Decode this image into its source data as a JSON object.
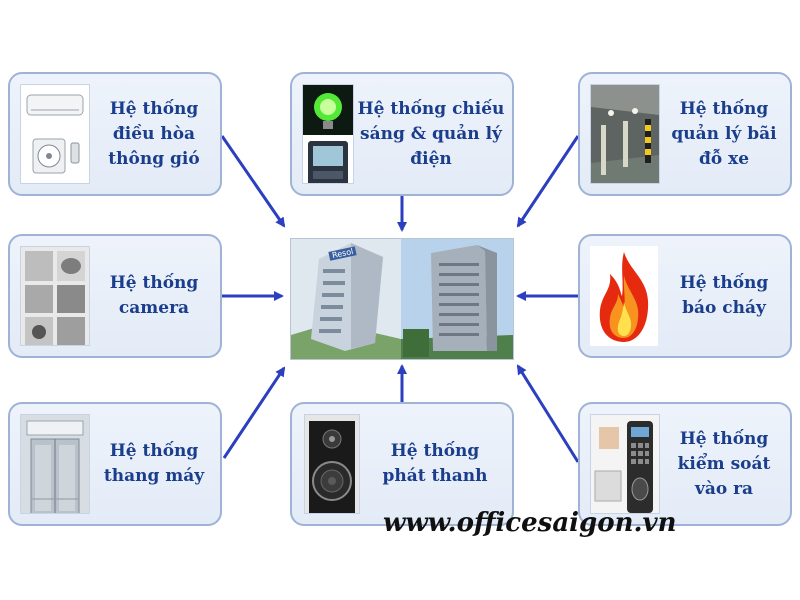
{
  "nodes": {
    "hvac": "Hệ thống\nđiều hòa\nthông gió",
    "lighting": "Hệ thống chiếu\nsáng & quản lý\nđiện",
    "parking": "Hệ thống\nquản lý bãi\nđỗ xe",
    "camera": "Hệ thống\ncamera",
    "fire": "Hệ thống\nbáo cháy",
    "elevator": "Hệ thống\nthang máy",
    "pa": "Hệ thống\nphát thanh",
    "access": "Hệ thống\nkiểm soát\nvào ra"
  },
  "center_sign": "Resol",
  "website": "www.officesaigon.vn",
  "colors": {
    "card_border": "#9fb3d6",
    "card_fill": "#e8eff9",
    "label_text": "#1a3e8c",
    "arrow": "#2b3fbf",
    "fire_red": "#e52a10",
    "fire_orange": "#f7931e"
  },
  "icons": {
    "hvac": "air-conditioner-icon",
    "lighting": "light-bulb-meter-icon",
    "parking": "parking-garage-icon",
    "camera": "security-camera-icon",
    "fire": "flame-icon",
    "elevator": "elevator-icon",
    "pa": "speaker-icon",
    "access": "fingerprint-reader-icon"
  }
}
